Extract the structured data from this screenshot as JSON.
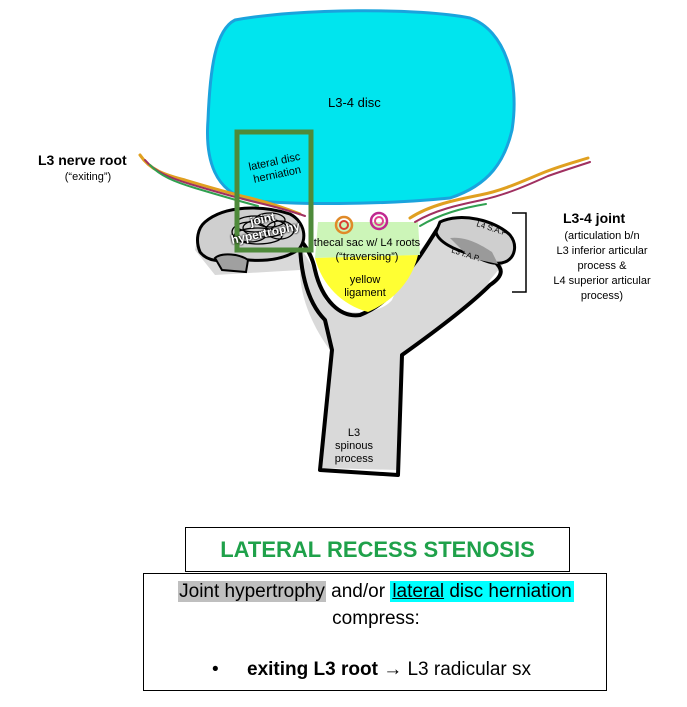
{
  "labels": {
    "disc": "L3-4 disc",
    "nerve_root_title": "L3 nerve root",
    "nerve_root_sub": "(“exiting”)",
    "lateral_disc_herniation": "lateral disc herniation",
    "joint_hypertrophy": "joint hypertrophy",
    "thecal_sac": "thecal sac w/ L4 roots",
    "thecal_sac_sub": "(“traversing”)",
    "yellow_ligament": "yellow ligament",
    "l4_sap": "L4 S.A.P",
    "l3_iap": "L3 I.A.P.",
    "spinous_process": "L3 spinous process",
    "joint_title": "L3-4 joint",
    "joint_desc_1": "(articulation b/n",
    "joint_desc_2": "L3 inferior articular",
    "joint_desc_3": "process &",
    "joint_desc_4": "L4 superior articular",
    "joint_desc_5": "process)"
  },
  "title": "LATERAL RECESS STENOSIS",
  "info": {
    "line1_hl1": "Joint hypertrophy",
    "line1_mid": "and/or",
    "line1_hl2_u": "lateral",
    "line1_hl2_rest": "disc herniation",
    "line2": "compress:",
    "bullet": "•",
    "bullet_bold": "exiting L3 root",
    "arrow": "→",
    "bullet_rest": "L3 radicular sx"
  },
  "colors": {
    "disc": "#00e5ee",
    "bone": "#d9d9d9",
    "green_box": "#4e8a3a",
    "title_green": "#1fa14a",
    "ligament": "#ffff00",
    "thecal": "#ccf5b8"
  }
}
